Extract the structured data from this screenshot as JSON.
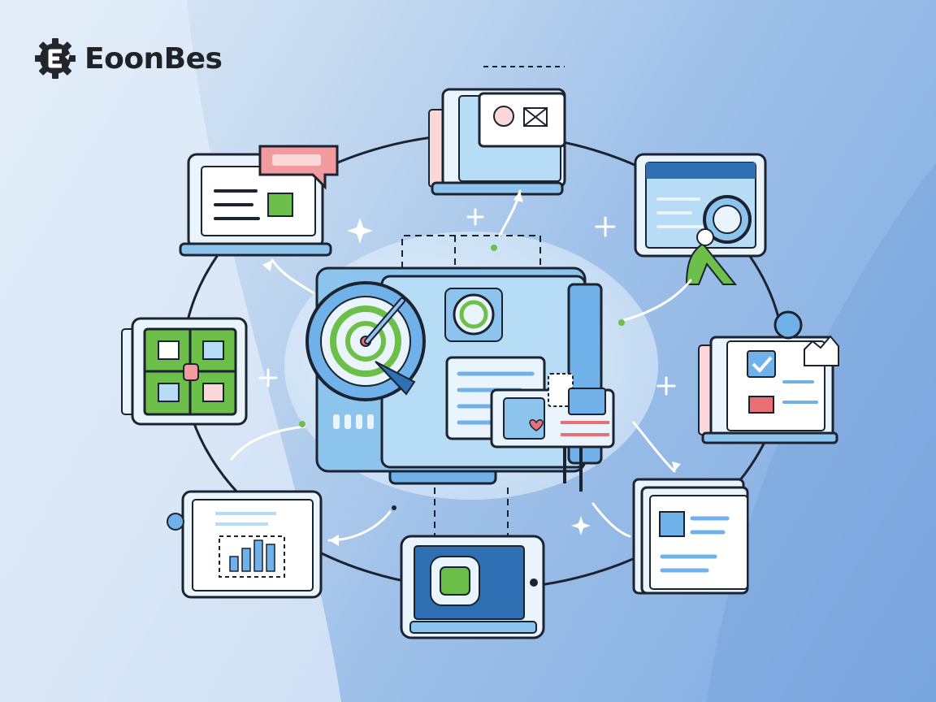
{
  "brand": {
    "name": "EoonBes",
    "logo_icon": "gear-e-logo-icon"
  },
  "colors": {
    "accent_blue": "#6fb1e8",
    "dark_outline": "#1b2330",
    "green": "#6cc04a",
    "red": "#e86f73",
    "panel_light": "#e9f4fd"
  },
  "illustration": {
    "center": "central-processing-machine",
    "modules": [
      "laptop-document-module",
      "browser-window-module",
      "dashboard-analysis-module",
      "document-checklist-module",
      "document-stack-module",
      "tablet-module",
      "report-chart-module",
      "grid-task-module"
    ]
  }
}
